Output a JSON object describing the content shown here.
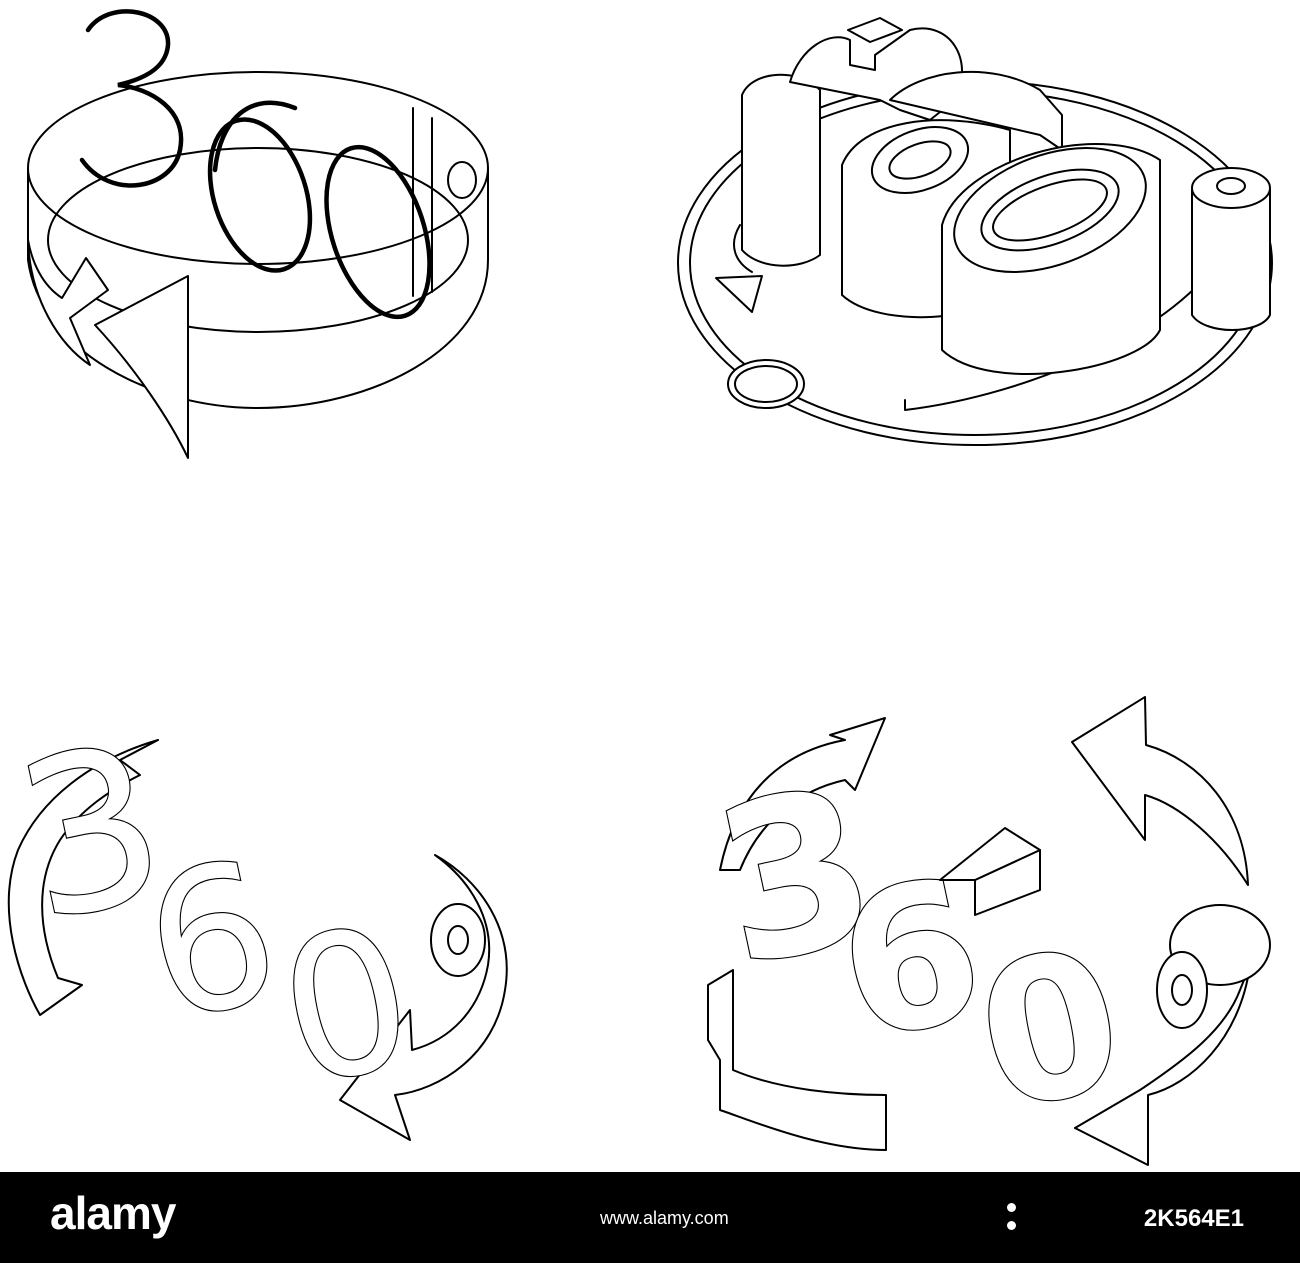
{
  "footer": {
    "brand": "alamy",
    "url": "www.alamy.com",
    "image_id": "2K564E1"
  },
  "colors": {
    "background": "#ffffff",
    "line": "#000000",
    "footer_bg": "#000000",
    "footer_text": "#ffffff"
  },
  "icons": [
    {
      "name": "rotation-360-ring-icon",
      "glyph": "360°"
    },
    {
      "name": "rotation-360-platform-icon",
      "glyph": "360°"
    },
    {
      "name": "rotation-360-arrows-icon",
      "glyph": "360°"
    },
    {
      "name": "rotation-360-block-arrows-icon",
      "glyph": "360°"
    }
  ]
}
